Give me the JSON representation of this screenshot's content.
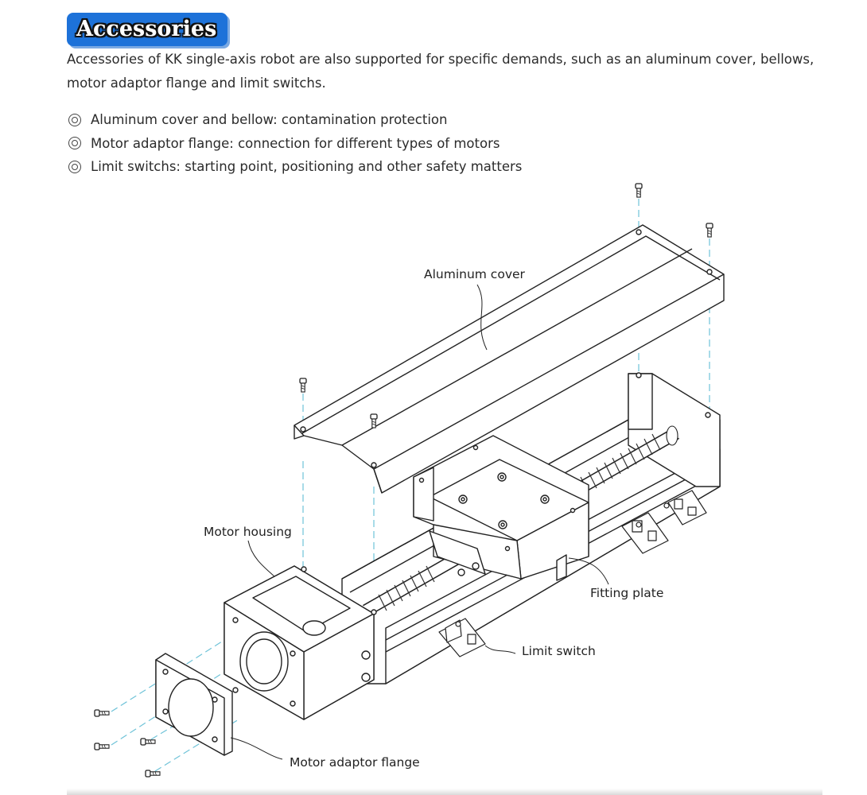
{
  "header": {
    "title": "Accessories",
    "description": "Accessories of KK single-axis robot are also supported for specific demands, such as an aluminum cover, bellows, motor adaptor flange and limit switchs."
  },
  "features": [
    "Aluminum  cover and bellow: contamination protection",
    "Motor adaptor flange: connection for different types of motors",
    "Limit switchs: starting point, positioning and other safety matters"
  ],
  "diagram": {
    "labels": {
      "aluminum_cover": "Aluminum cover",
      "motor_housing": "Motor housing",
      "fitting_plate": "Fitting plate",
      "limit_switch": "Limit switch",
      "motor_adaptor_flange": "Motor adaptor flange"
    }
  },
  "colors": {
    "badge": "#1d72d9",
    "guide_line": "#6fc3d8",
    "line_art": "#222222"
  }
}
